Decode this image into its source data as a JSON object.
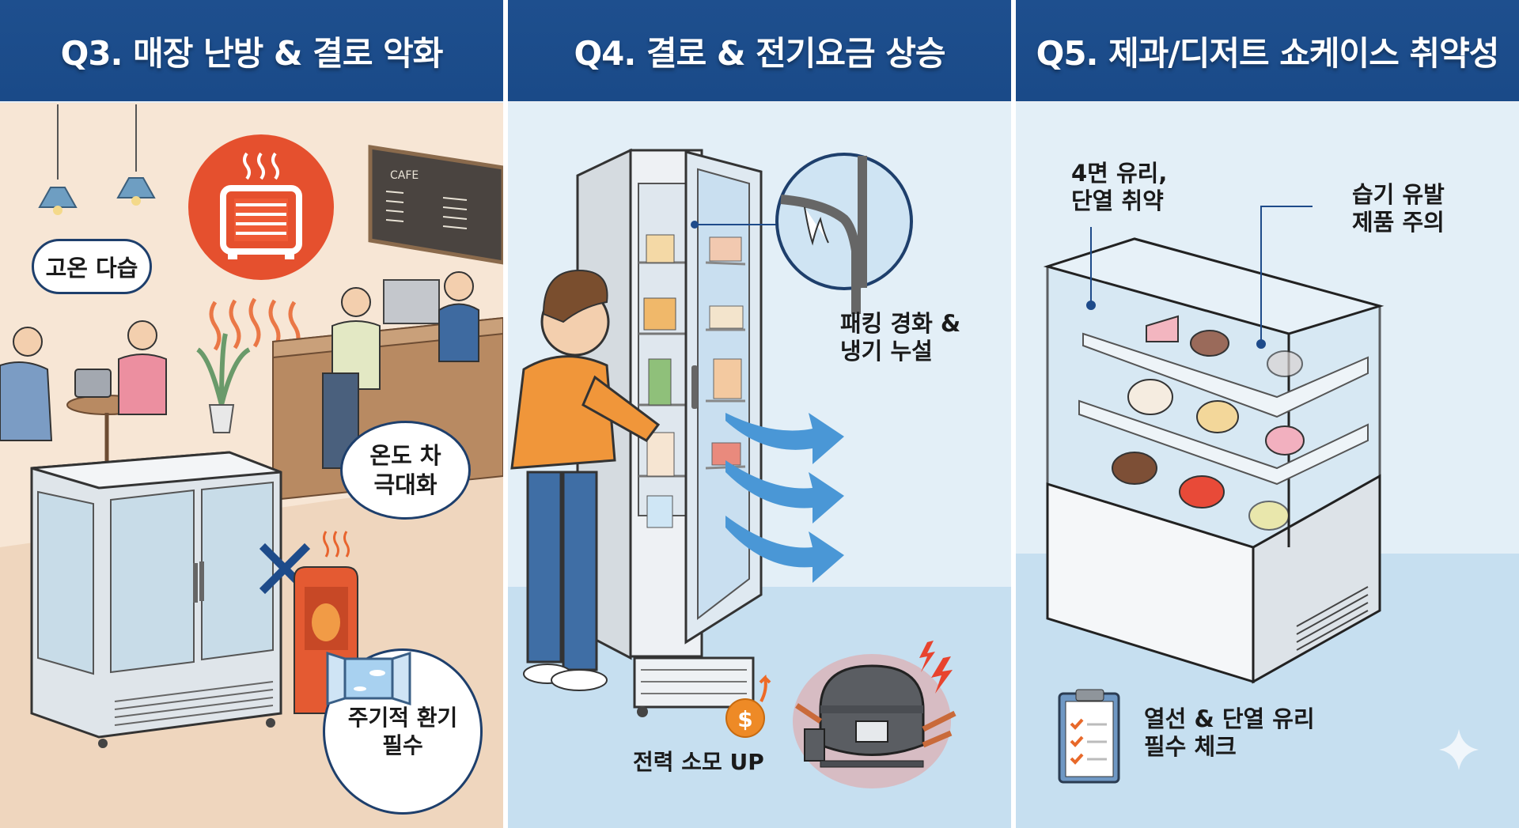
{
  "panels": [
    {
      "id": "q3",
      "title": "Q3. 매장 난방 & 결로 악화",
      "labels": {
        "humid": "고온 다습",
        "temp_gap": "온도 차\n극대화",
        "ventilation": "주기적 환기\n필수"
      },
      "icons": [
        "heater-icon",
        "window-icon",
        "cross-mark-icon",
        "pendant-lamp-icon"
      ],
      "signage": "CAFE",
      "colors": {
        "background": "#f6e4d2",
        "heater": "#e5502e"
      }
    },
    {
      "id": "q4",
      "title": "Q4. 결로 & 전기요금 상승",
      "labels": {
        "gasket": "패킹 경화 &\n냉기 누설",
        "power": "전력 소모 UP"
      },
      "icons": [
        "magnifier-circle-icon",
        "cold-air-arrow-icon",
        "dollar-coin-icon",
        "compressor-icon",
        "lightning-icon"
      ],
      "currency_symbol": "$",
      "colors": {
        "background": "#e3eff7",
        "arrow": "#4a97d6",
        "coin": "#ee8a26",
        "glow": "#f0524a"
      }
    },
    {
      "id": "q5",
      "title": "Q5. 제과/디저트 쇼케이스 취약성",
      "labels": {
        "glass": "4면 유리,\n단열 취약",
        "humidity": "습기 유발\n제품 주의",
        "check": "열선 & 단열 유리\n필수 체크"
      },
      "icons": [
        "showcase-icon",
        "clipboard-checklist-icon",
        "sparkle-icon"
      ],
      "colors": {
        "background": "#e3eff7",
        "check": "#e8692a"
      }
    }
  ],
  "header_color": "#1c4c8b"
}
